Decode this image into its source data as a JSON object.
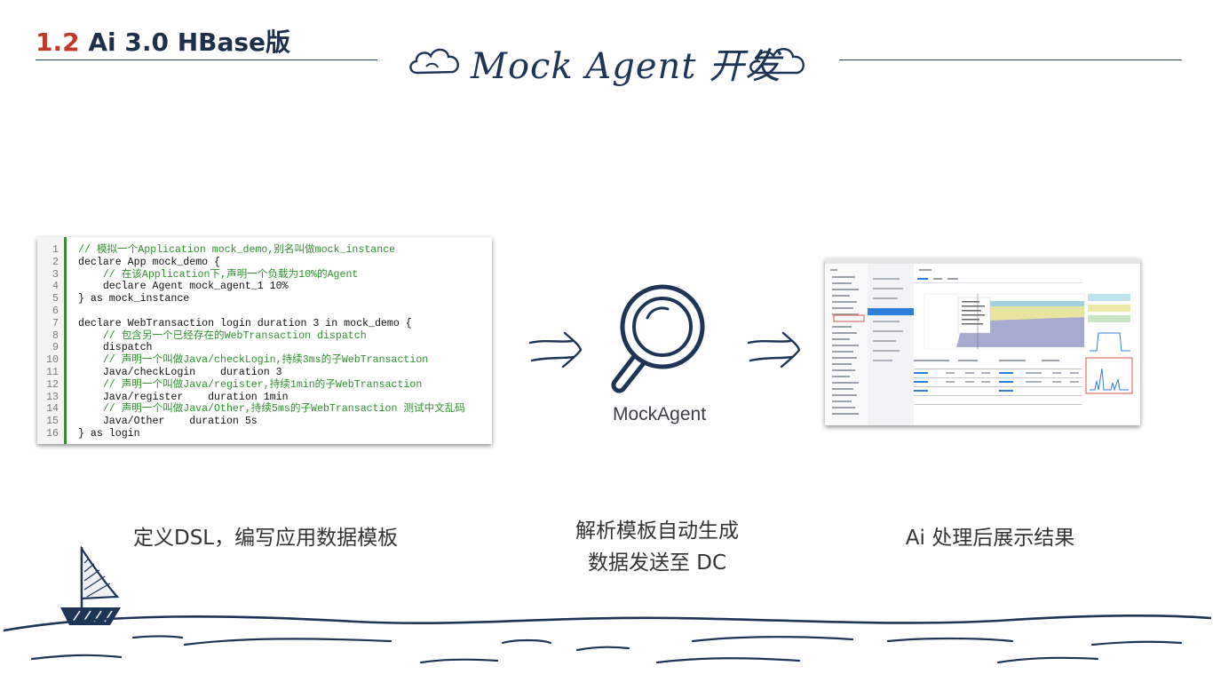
{
  "header": {
    "section_number": "1.2",
    "section_name": "Ai 3.0 HBase版",
    "title": "Mock Agent 开发"
  },
  "icons": {
    "cloud_left": "cloud-icon",
    "cloud_right": "cloud-icon",
    "arrow": "arrow-right-icon",
    "magnifier": "magnifier-icon",
    "boat": "sailboat-icon",
    "waves": "waves-decoration"
  },
  "colors": {
    "accent_red": "#c0392b",
    "ink_blue": "#1d3556",
    "code_comment": "#2f8f2f"
  },
  "code": {
    "lines": [
      {
        "n": "1",
        "text": "// 模拟一个Application mock_demo,别名叫做mock_instance",
        "comment": true
      },
      {
        "n": "2",
        "text": "declare App mock_demo {",
        "comment": false
      },
      {
        "n": "3",
        "text": "    // 在该Application下,声明一个负载为10%的Agent",
        "comment": true
      },
      {
        "n": "4",
        "text": "    declare Agent mock_agent_1 10%",
        "comment": false
      },
      {
        "n": "5",
        "text": "} as mock_instance",
        "comment": false
      },
      {
        "n": "6",
        "text": "",
        "comment": false
      },
      {
        "n": "7",
        "text": "declare WebTransaction login duration 3 in mock_demo {",
        "comment": false
      },
      {
        "n": "8",
        "text": "    // 包含另一个已经存在的WebTransaction dispatch",
        "comment": true
      },
      {
        "n": "9",
        "text": "    dispatch",
        "comment": false
      },
      {
        "n": "10",
        "text": "    // 声明一个叫做Java/checkLogin,持续3ms的子WebTransaction",
        "comment": true
      },
      {
        "n": "11",
        "text": "    Java/checkLogin    duration 3",
        "comment": false
      },
      {
        "n": "12",
        "text": "    // 声明一个叫做Java/register,持续1min的子WebTransaction",
        "comment": true
      },
      {
        "n": "13",
        "text": "    Java/register    duration 1min",
        "comment": false
      },
      {
        "n": "14",
        "text": "    // 声明一个叫做Java/Other,持续5ms的子WebTransaction 测试中文乱码",
        "comment": true
      },
      {
        "n": "15",
        "text": "    Java/Other    duration 5s",
        "comment": false
      },
      {
        "n": "16",
        "text": "} as login",
        "comment": false
      }
    ]
  },
  "center": {
    "label": "MockAgent"
  },
  "captions": {
    "left": "定义DSL，编写应用数据模板",
    "middle_line1": "解析模板自动生成",
    "middle_line2": "数据发送至 DC",
    "right": "Ai 处理后展示结果"
  }
}
